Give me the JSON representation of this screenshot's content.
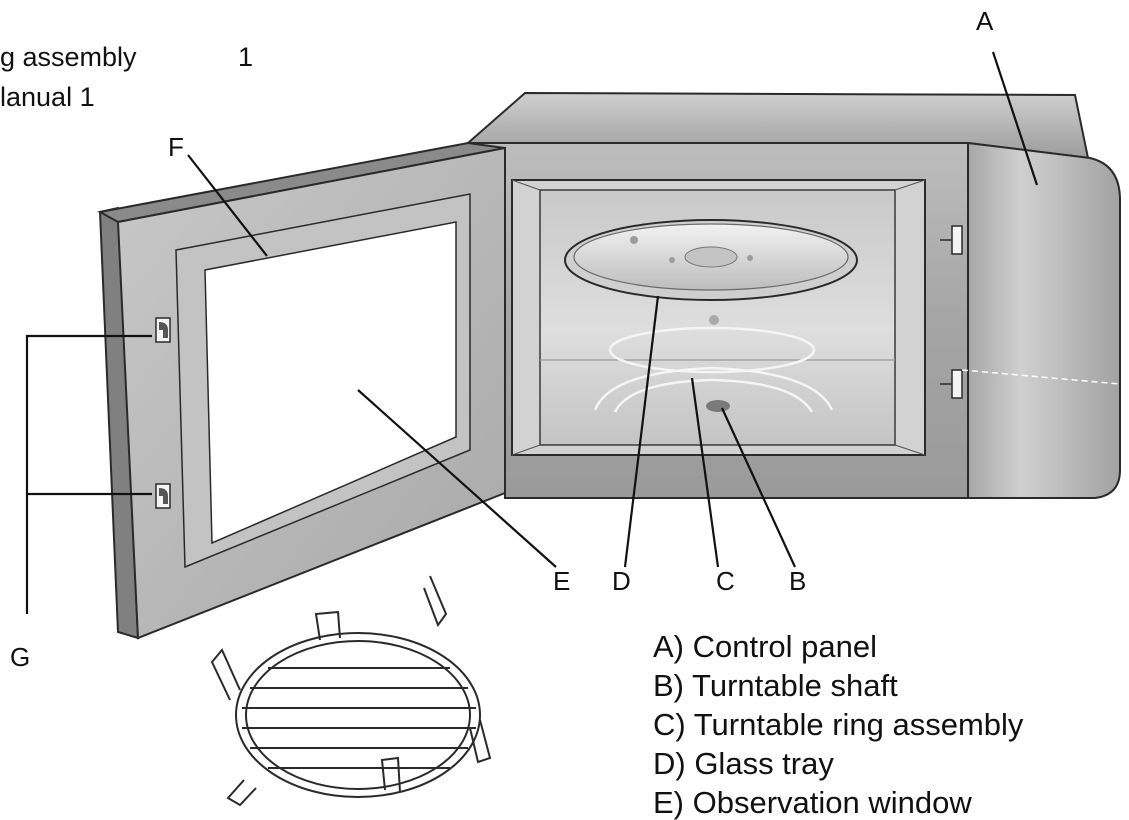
{
  "header_fragment": {
    "line1": "g assembly",
    "line1_count": "1",
    "line2": "lanual 1"
  },
  "callouts": {
    "A": "A",
    "B": "B",
    "C": "C",
    "D": "D",
    "E": "E",
    "F": "F",
    "G": "G"
  },
  "legend": [
    "A) Control panel",
    "B) Turntable shaft",
    "C) Turntable ring assembly",
    "D) Glass tray",
    "E) Observation window"
  ],
  "colors": {
    "outline": "#2a2a2a",
    "body": "#a9a9a9",
    "panel": "#b7b7b7",
    "cavity": "#dadada",
    "window": "#ffffff"
  }
}
